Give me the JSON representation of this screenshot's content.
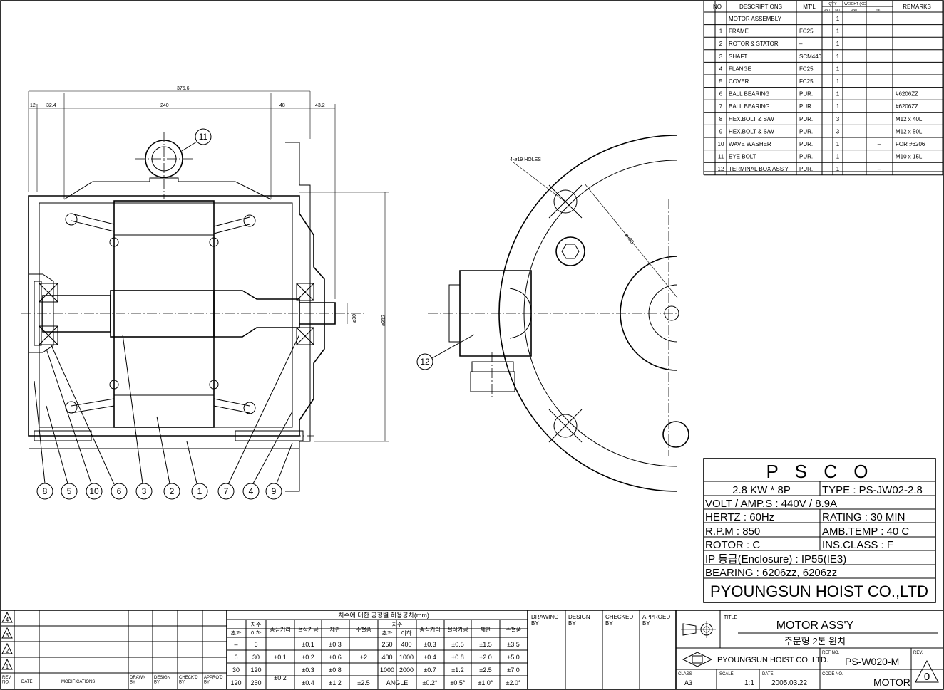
{
  "bom": {
    "headers": {
      "no": "NO",
      "desc": "DESCRIPTIONS",
      "mtl": "MT'L",
      "qty": "Q'TY",
      "qty_unit": "UNIT",
      "qty_set": "SET",
      "weight": "WEIGHT (KG)",
      "w_unit": "UNIT",
      "w_set": "SET",
      "remarks": "REMARKS"
    },
    "rows": [
      {
        "no": "",
        "desc": "MOTOR ASSEMBLY",
        "mtl": "",
        "unit": "",
        "set": "1",
        "wunit": "",
        "wset": "",
        "remarks": ""
      },
      {
        "no": "1",
        "desc": "FRAME",
        "mtl": "FC25",
        "unit": "",
        "set": "1",
        "wunit": "",
        "wset": "",
        "remarks": ""
      },
      {
        "no": "2",
        "desc": "ROTOR & STATOR",
        "mtl": "–",
        "unit": "",
        "set": "1",
        "wunit": "",
        "wset": "",
        "remarks": ""
      },
      {
        "no": "3",
        "desc": "SHAFT",
        "mtl": "SCM440",
        "unit": "",
        "set": "1",
        "wunit": "",
        "wset": "",
        "remarks": ""
      },
      {
        "no": "4",
        "desc": "FLANGE",
        "mtl": "FC25",
        "unit": "",
        "set": "1",
        "wunit": "",
        "wset": "",
        "remarks": ""
      },
      {
        "no": "5",
        "desc": "COVER",
        "mtl": "FC25",
        "unit": "",
        "set": "1",
        "wunit": "",
        "wset": "",
        "remarks": ""
      },
      {
        "no": "6",
        "desc": "BALL BEARING",
        "mtl": "PUR.",
        "unit": "",
        "set": "1",
        "wunit": "",
        "wset": "",
        "remarks": "#6206ZZ"
      },
      {
        "no": "7",
        "desc": "BALL BEARING",
        "mtl": "PUR.",
        "unit": "",
        "set": "1",
        "wunit": "",
        "wset": "",
        "remarks": "#6206ZZ"
      },
      {
        "no": "8",
        "desc": "HEX.BOLT & S/W",
        "mtl": "PUR.",
        "unit": "",
        "set": "3",
        "wunit": "",
        "wset": "",
        "remarks": "M12 x 40L"
      },
      {
        "no": "9",
        "desc": "HEX.BOLT & S/W",
        "mtl": "PUR.",
        "unit": "",
        "set": "3",
        "wunit": "",
        "wset": "",
        "remarks": "M12 x 50L"
      },
      {
        "no": "10",
        "desc": "WAVE WASHER",
        "mtl": "PUR.",
        "unit": "",
        "set": "1",
        "wunit": "",
        "wset": "–",
        "remarks": "FOR #6206"
      },
      {
        "no": "11",
        "desc": "EYE BOLT",
        "mtl": "PUR.",
        "unit": "",
        "set": "1",
        "wunit": "",
        "wset": "–",
        "remarks": "M10 x 15L"
      },
      {
        "no": "12",
        "desc": "TERMINAL BOX ASS'Y",
        "mtl": "PUR.",
        "unit": "",
        "set": "1",
        "wunit": "",
        "wset": "–",
        "remarks": ""
      }
    ]
  },
  "dims": {
    "overall": "375.6",
    "d12": "12",
    "d32": "32.4",
    "d240": "240",
    "d48": "48",
    "d43": "43.2",
    "shaft": "ø30",
    "height": "ø312",
    "holes": "4-ø19 HOLES",
    "pcd": "ø320"
  },
  "balloons": [
    "11",
    "8",
    "5",
    "10",
    "6",
    "3",
    "2",
    "1",
    "7",
    "4",
    "9",
    "12"
  ],
  "nameplate": {
    "brand": "P S C O",
    "power": "2.8 KW * 8P",
    "type": "TYPE : PS-JW02-2.8",
    "volt": "VOLT / AMP.S : 440V / 8.9A",
    "hertz": "HERTZ : 60Hz",
    "rating": "RATING : 30 MIN",
    "rpm": "R.P.M : 850",
    "amb": "AMB.TEMP : 40 C",
    "rotor": "ROTOR : C",
    "ins": "INS.CLASS : F",
    "ip": "IP 등급(Enclosure) : IP55(IE3)",
    "bearing": "BEARING : 6206zz, 6206zz",
    "company": "PYOUNGSUN HOIST CO.,LTD"
  },
  "revisions": {
    "marks": [
      "4",
      "3",
      "2",
      "1"
    ],
    "headers": {
      "rev": "REV.\nNO.",
      "date": "DATE",
      "mod": "MODIFICATIONS",
      "drawn": "DRAWN\nBY",
      "design": "DESIGN\nBY",
      "checked": "CHECK'D\nBY",
      "approved": "APPRO'D\nBY"
    }
  },
  "tolerance": {
    "title": "치수에 대한 공정별 허용공차(mm)",
    "h_size": "치수",
    "h_over": "초과",
    "h_under": "이하",
    "h_center": "중심거리",
    "h_cut": "절삭가공",
    "h_can": "제관",
    "h_plate": "주철품",
    "left_rows": [
      {
        "over": "–",
        "under": "6",
        "center": "",
        "cut": "±0.1",
        "can": "±0.3",
        "plate": ""
      },
      {
        "over": "6",
        "under": "30",
        "center": "±0.1",
        "cut": "±0.2",
        "can": "±0.6",
        "plate": "±2"
      },
      {
        "over": "30",
        "under": "120",
        "center": "",
        "cut": "±0.3",
        "can": "±0.8",
        "plate": ""
      },
      {
        "over": "120",
        "under": "250",
        "center": "±0.2",
        "cut": "±0.4",
        "can": "±1.2",
        "plate": "±2.5"
      }
    ],
    "right_rows": [
      {
        "over": "250",
        "under": "400",
        "center": "±0.3",
        "cut": "±0.5",
        "can": "±1.5",
        "plate": "±3.5"
      },
      {
        "over": "400",
        "under": "1000",
        "center": "±0.4",
        "cut": "±0.8",
        "can": "±2.0",
        "plate": "±5.0"
      },
      {
        "over": "1000",
        "under": "2000",
        "center": "±0.7",
        "cut": "±1.2",
        "can": "±2.5",
        "plate": "±7.0"
      },
      {
        "over": "ANGLE",
        "under": "",
        "center": "±0.2°",
        "cut": "±0.5°",
        "can": "±1.0°",
        "plate": "±2.0°"
      }
    ]
  },
  "signoff": {
    "drawing": "DRAWING\nBY",
    "design": "DESIGN\nBY",
    "checked": "CHECKED\nBY",
    "approved": "APPROED\nBY"
  },
  "title_block": {
    "title_label": "TITLE",
    "title": "MOTOR ASS'Y",
    "subtitle": "주문형 2톤 윈치",
    "company": "PYOUNGSUN HOIST CO.,LTD.",
    "ref_label": "REF NO.",
    "ref": "PS-W020-M",
    "rev_label": "REV.",
    "rev": "0",
    "class_label": "CLASS",
    "class": "A3",
    "scale_label": "SCALE",
    "scale": "1:1",
    "date_label": "DATE",
    "date": "2005.03.22",
    "code_label": "CODE NO.",
    "code": "MOTOR"
  }
}
